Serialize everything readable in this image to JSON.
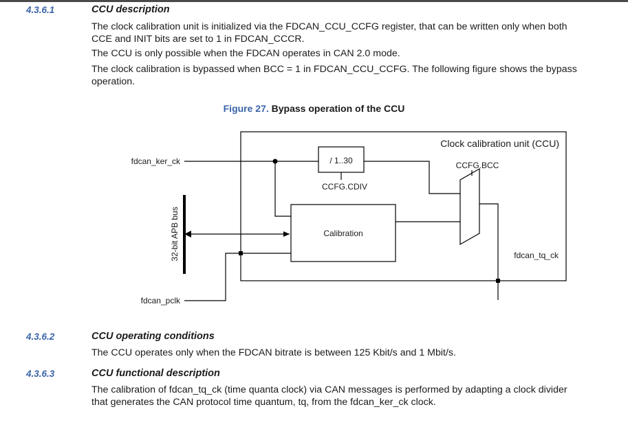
{
  "sections": [
    {
      "number": "4.3.6.1",
      "title": "CCU description",
      "paragraphs": [
        "The clock calibration unit is initialized via the FDCAN_CCU_CCFG register, that can be written only when both",
        "CCE and INIT bits are set to 1 in FDCAN_CCCR.",
        "The CCU is only possible when the FDCAN operates in CAN 2.0 mode.",
        "The clock calibration is bypassed when BCC = 1 in FDCAN_CCU_CCFG. The following figure shows the bypass",
        "operation."
      ]
    },
    {
      "number": "4.3.6.2",
      "title": "CCU operating conditions",
      "paragraphs": [
        "The CCU operates only when the FDCAN bitrate is between 125 Kbit/s and 1 Mbit/s."
      ]
    },
    {
      "number": "4.3.6.3",
      "title": "CCU functional description",
      "paragraphs": [
        "The calibration of fdcan_tq_ck (time quanta clock) via CAN messages is performed by adapting a clock divider",
        "that generates the CAN protocol time quantum, tq, from the fdcan_ker_ck clock."
      ]
    }
  ],
  "figure": {
    "number": "Figure 27.",
    "title": "Bypass operation of the CCU",
    "labels": {
      "unit": "Clock calibration unit (CCU)",
      "divider": "/ 1..30",
      "cdiv": "CCFG.CDIV",
      "bcc": "CCFG.BCC",
      "calibration": "Calibration",
      "ker_ck": "fdcan_ker_ck",
      "pclk": "fdcan_pclk",
      "bus": "32-bit APB bus",
      "tq_ck": "fdcan_tq_ck"
    }
  }
}
